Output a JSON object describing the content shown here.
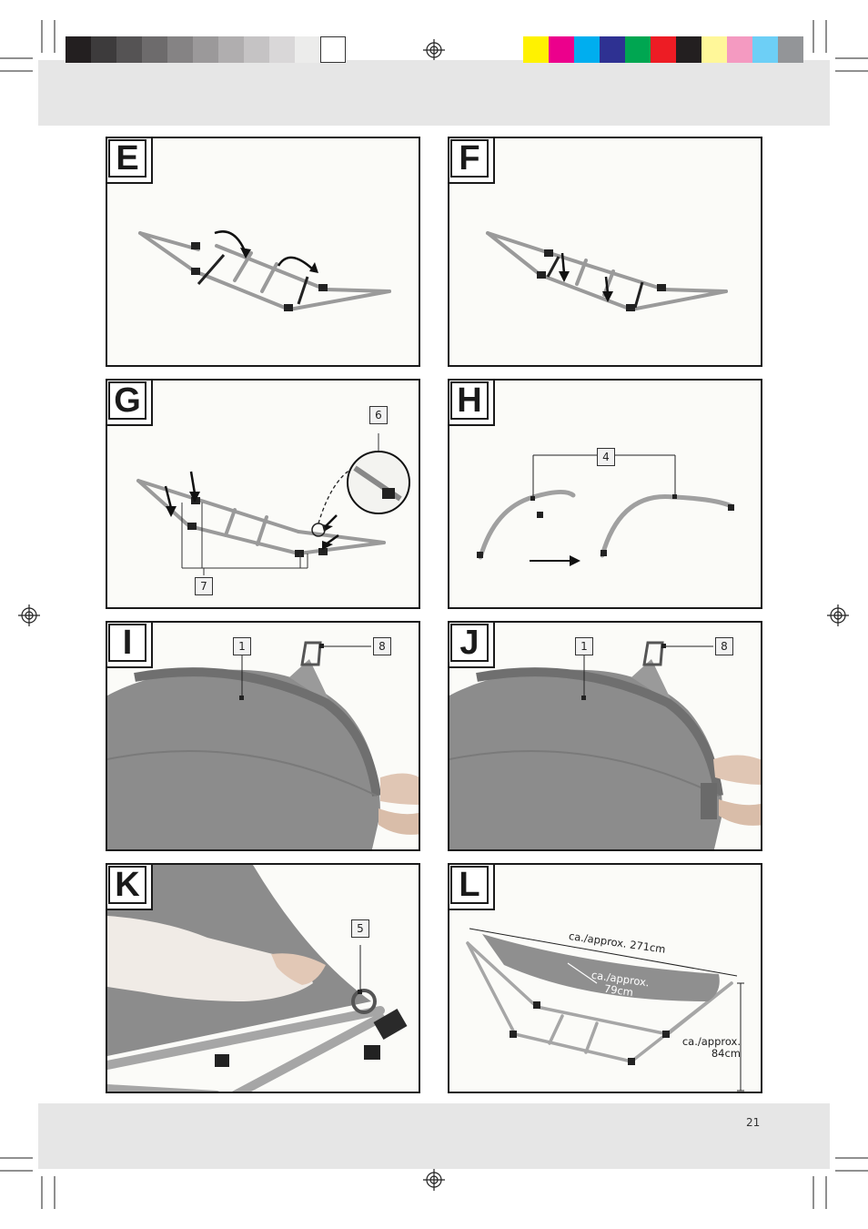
{
  "header": {
    "gray_swatches": [
      "#231f20",
      "#3d3b3c",
      "#555354",
      "#6d6b6c",
      "#858384",
      "#9b999a",
      "#b0aeaf",
      "#c5c3c4",
      "#d9d7d8",
      "#ececeb",
      "#ffffff"
    ],
    "color_swatches": [
      "#fff200",
      "#ec008c",
      "#00aeef",
      "#2e3192",
      "#00a651",
      "#ed1c24",
      "#231f20",
      "#fff799",
      "#f49ac1",
      "#6dcff6",
      "#939598"
    ]
  },
  "panels": [
    {
      "letter": "E",
      "callouts": []
    },
    {
      "letter": "F",
      "callouts": []
    },
    {
      "letter": "G",
      "callouts": [
        "6",
        "7"
      ]
    },
    {
      "letter": "H",
      "callouts": [
        "4"
      ]
    },
    {
      "letter": "I",
      "callouts": [
        "1",
        "8"
      ]
    },
    {
      "letter": "J",
      "callouts": [
        "1",
        "8"
      ]
    },
    {
      "letter": "K",
      "callouts": [
        "5"
      ]
    },
    {
      "letter": "L",
      "callouts": []
    }
  ],
  "dimensions": {
    "length": "ca./approx. 271cm",
    "width_line1": "ca./approx.",
    "width_line2": "79cm",
    "height_line1": "ca./approx.",
    "height_line2": "84cm"
  },
  "footer": {
    "page_number": "21"
  }
}
